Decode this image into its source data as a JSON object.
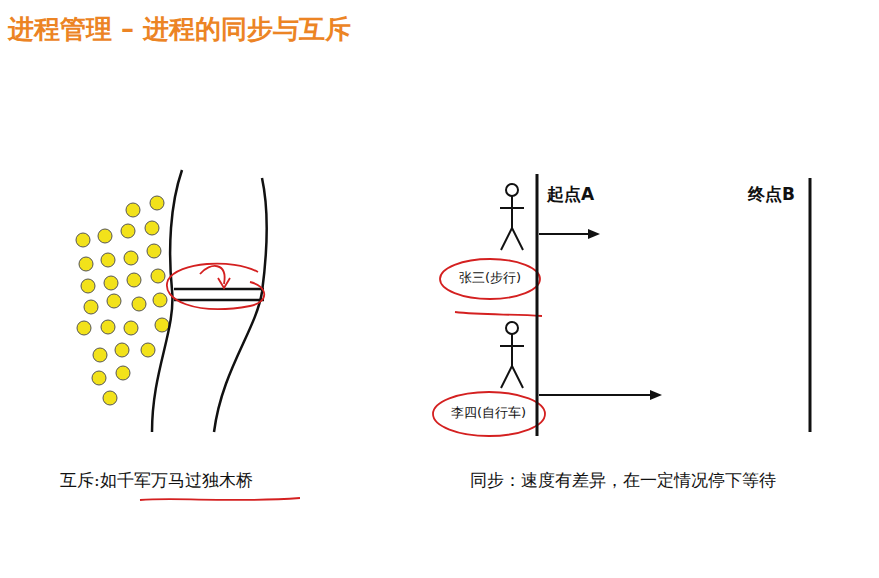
{
  "diagram": {
    "title": "进程管理 – 进程的同步与互斥",
    "labels": [
      "起点A",
      "终点B",
      "张三(步行)",
      "李四(自行车)",
      "互斥:如千军万马过独木桥",
      "同步：速度有差异，在一定情况停下等待"
    ]
  }
}
